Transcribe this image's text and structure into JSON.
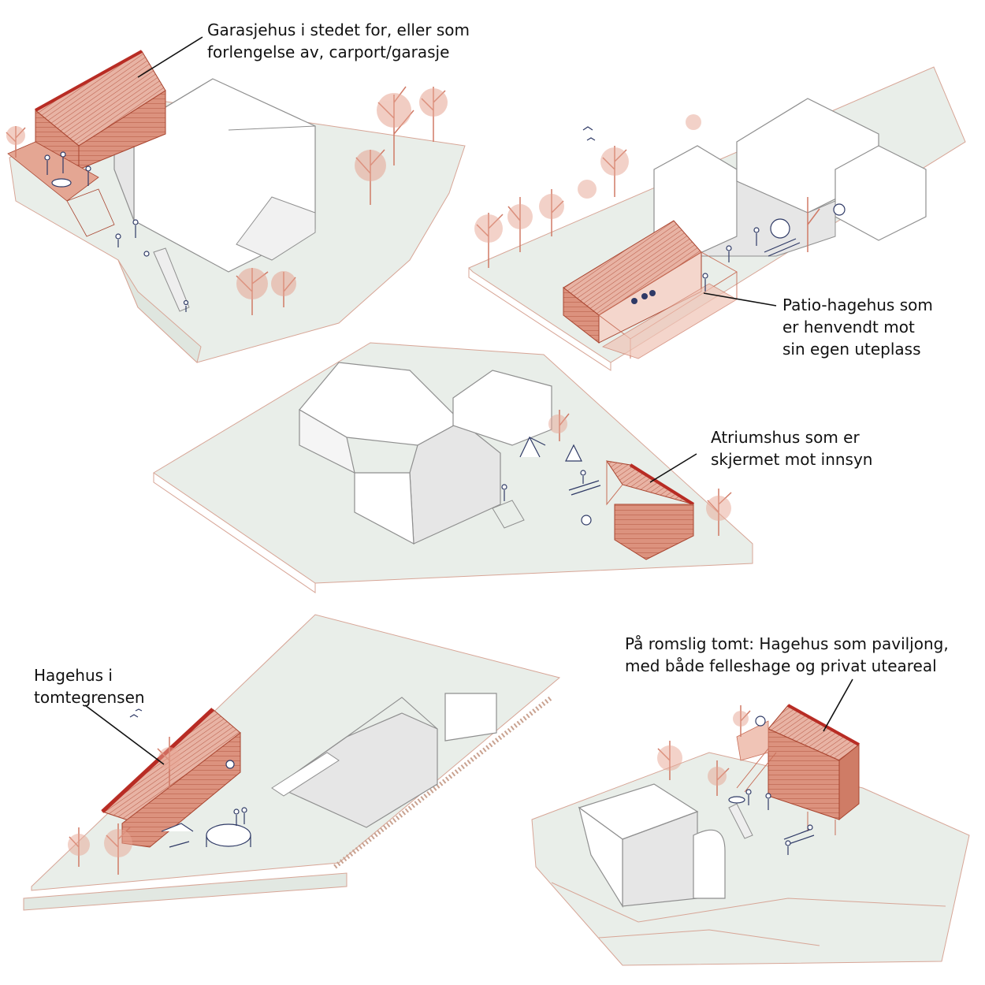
{
  "colors": {
    "ground": "#e9eee9",
    "ground_stroke": "#d7a596",
    "building_wall": "#ffffff",
    "building_shade": "#e3e3e3",
    "building_stroke": "#9a9a9a",
    "annex_brick": "#d98c78",
    "annex_roof": "#b82c24",
    "annex_stroke": "#a8442f",
    "tree": "#d07a66",
    "figure": "#2f3a66",
    "leader": "#111111"
  },
  "annotations": [
    {
      "lines": [
        "Garasjehus i stedet for, eller som",
        "forlengelse av, carport/garasje"
      ]
    },
    {
      "lines": [
        "Patio-hagehus som",
        "er henvendt mot",
        "sin egen uteplass"
      ]
    },
    {
      "lines": [
        "Atriumshus som er",
        "skjermet mot innsyn"
      ]
    },
    {
      "lines": [
        "Hagehus i",
        "tomtegrensen"
      ]
    },
    {
      "lines": [
        "På romslig tomt: Hagehus som paviljong,",
        "med både felleshage og privat uteareal"
      ]
    }
  ]
}
